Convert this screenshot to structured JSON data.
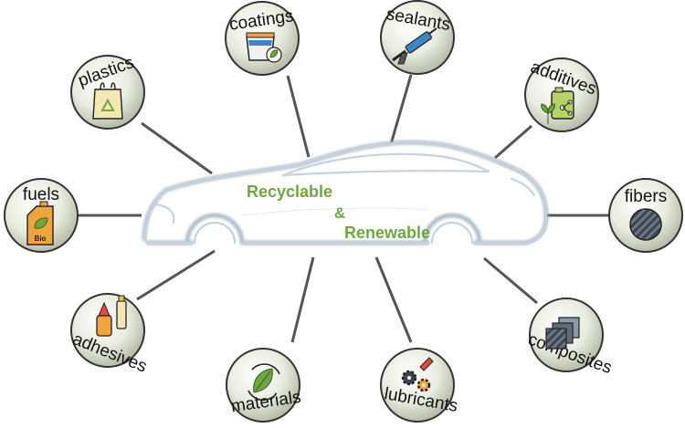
{
  "center": {
    "line1": "Recyclable",
    "line2": "&",
    "line3": "Renewable"
  },
  "nodes": [
    {
      "label": "coatings",
      "icon": "paint-bucket-leaf-icon"
    },
    {
      "label": "sealants",
      "icon": "caulking-gun-icon"
    },
    {
      "label": "plastics",
      "icon": "recycle-bag-icon"
    },
    {
      "label": "additives",
      "icon": "jerrycan-plant-molecule-icon"
    },
    {
      "label": "fuels",
      "icon": "bio-fuel-can-icon"
    },
    {
      "label": "fibers",
      "icon": "fiber-mesh-icon"
    },
    {
      "label": "adhesives",
      "icon": "glue-bottle-icon"
    },
    {
      "label": "composites",
      "icon": "composite-layers-icon"
    },
    {
      "label": "materials",
      "icon": "leaf-cycle-icon"
    },
    {
      "label": "lubricants",
      "icon": "gears-oil-icon"
    }
  ],
  "colors": {
    "center_text": "#6ea641",
    "car_outline": "#b9c6d3",
    "connector": "#555555",
    "node_fill": "#d2d8c6",
    "node_edge": "#333333"
  }
}
